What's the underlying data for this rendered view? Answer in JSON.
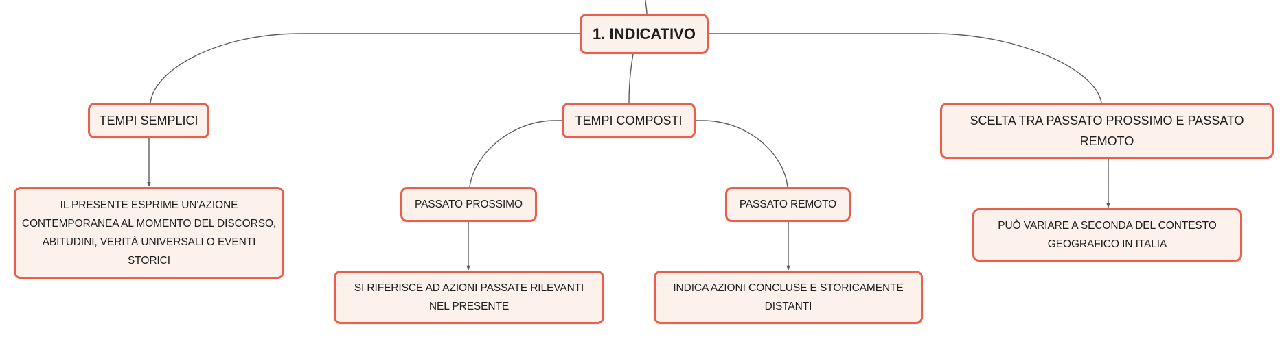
{
  "mindmap": {
    "root": {
      "label": "1. INDICATIVO"
    },
    "tempi_semplici": {
      "label": "TEMPI SEMPLICI",
      "detail": "IL PRESENTE ESPRIME UN'AZIONE CONTEMPORANEA AL MOMENTO DEL DISCORSO, ABITUDINI, VERITÀ UNIVERSALI O EVENTI STORICI"
    },
    "tempi_composti": {
      "label": "TEMPI COMPOSTI",
      "passato_prossimo": {
        "label": "PASSATO PROSSIMO",
        "detail": "SI RIFERISCE AD AZIONI PASSATE RILEVANTI NEL PRESENTE"
      },
      "passato_remoto": {
        "label": "PASSATO REMOTO",
        "detail": "INDICA AZIONI CONCLUSE E STORICAMENTE DISTANTI"
      }
    },
    "scelta": {
      "label": "SCELTA TRA PASSATO PROSSIMO E PASSATO REMOTO",
      "detail": "PUÒ VARIARE A SECONDA DEL CONTESTO GEOGRAFICO IN ITALIA"
    }
  },
  "colors": {
    "node_border": "#e8604c",
    "node_fill": "#fdf1ec",
    "connector": "#5c5c5c",
    "text": "#1e1e1e"
  }
}
